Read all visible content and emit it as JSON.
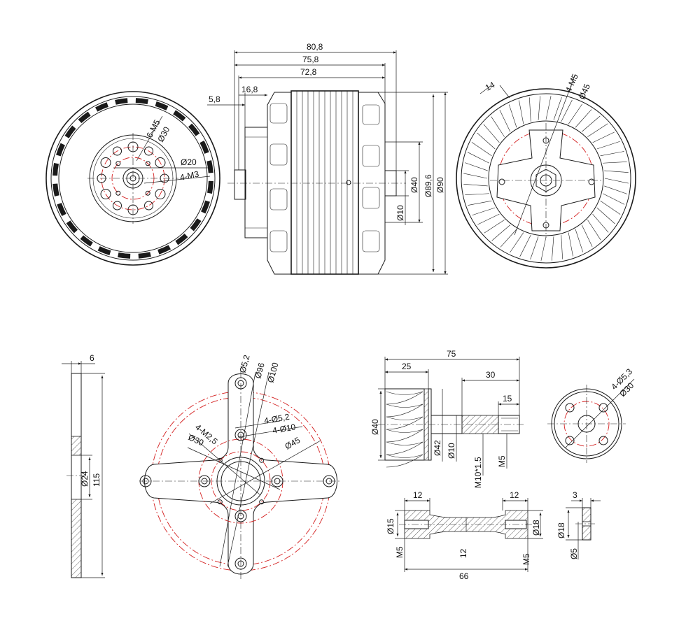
{
  "colors": {
    "line": "#1a1a1a",
    "centerline": "#d42020",
    "background": "#ffffff"
  },
  "motor_front": {
    "holes_m5": "6-M5",
    "d30": "Ø30",
    "d20": "Ø20",
    "holes_m3": "4-M3"
  },
  "motor_side": {
    "len_80_8": "80,8",
    "len_75_8": "75,8",
    "len_72_8": "72,8",
    "len_16_8": "16,8",
    "len_5_8": "5,8",
    "d40": "Ø40",
    "d10": "Ø10",
    "d89_6": "Ø89,6",
    "d90": "Ø90"
  },
  "motor_rear": {
    "dim_14": "14",
    "holes_m5": "4-M5",
    "d45": "Ø45"
  },
  "plate_side": {
    "thickness": "6",
    "d24": "Ø24",
    "height": "115"
  },
  "mount_plate": {
    "d5_2": "Ø5,2",
    "d96": "Ø96",
    "d100": "Ø100",
    "holes_5_2": "4-Ø5,2",
    "holes_10": "4-Ø10",
    "holes_m2_5": "4-M2,5",
    "d30": "Ø30",
    "d45": "Ø45"
  },
  "adapter": {
    "len_75": "75",
    "len_25": "25",
    "len_30": "30",
    "len_15": "15",
    "d40": "Ø40",
    "d42": "Ø42",
    "d10": "Ø10",
    "thread": "M10*1.5",
    "m5": "M5"
  },
  "adapter_end": {
    "holes": "4-Ø5,3",
    "d30": "Ø30"
  },
  "shaft": {
    "left_len": "12",
    "right_len": "12",
    "d15": "Ø15",
    "d18": "Ø18",
    "mid_d": "12",
    "total": "66",
    "m5_left": "M5",
    "m5_right": "M5"
  },
  "washer": {
    "thickness": "3",
    "d18": "Ø18",
    "d5": "Ø5"
  }
}
